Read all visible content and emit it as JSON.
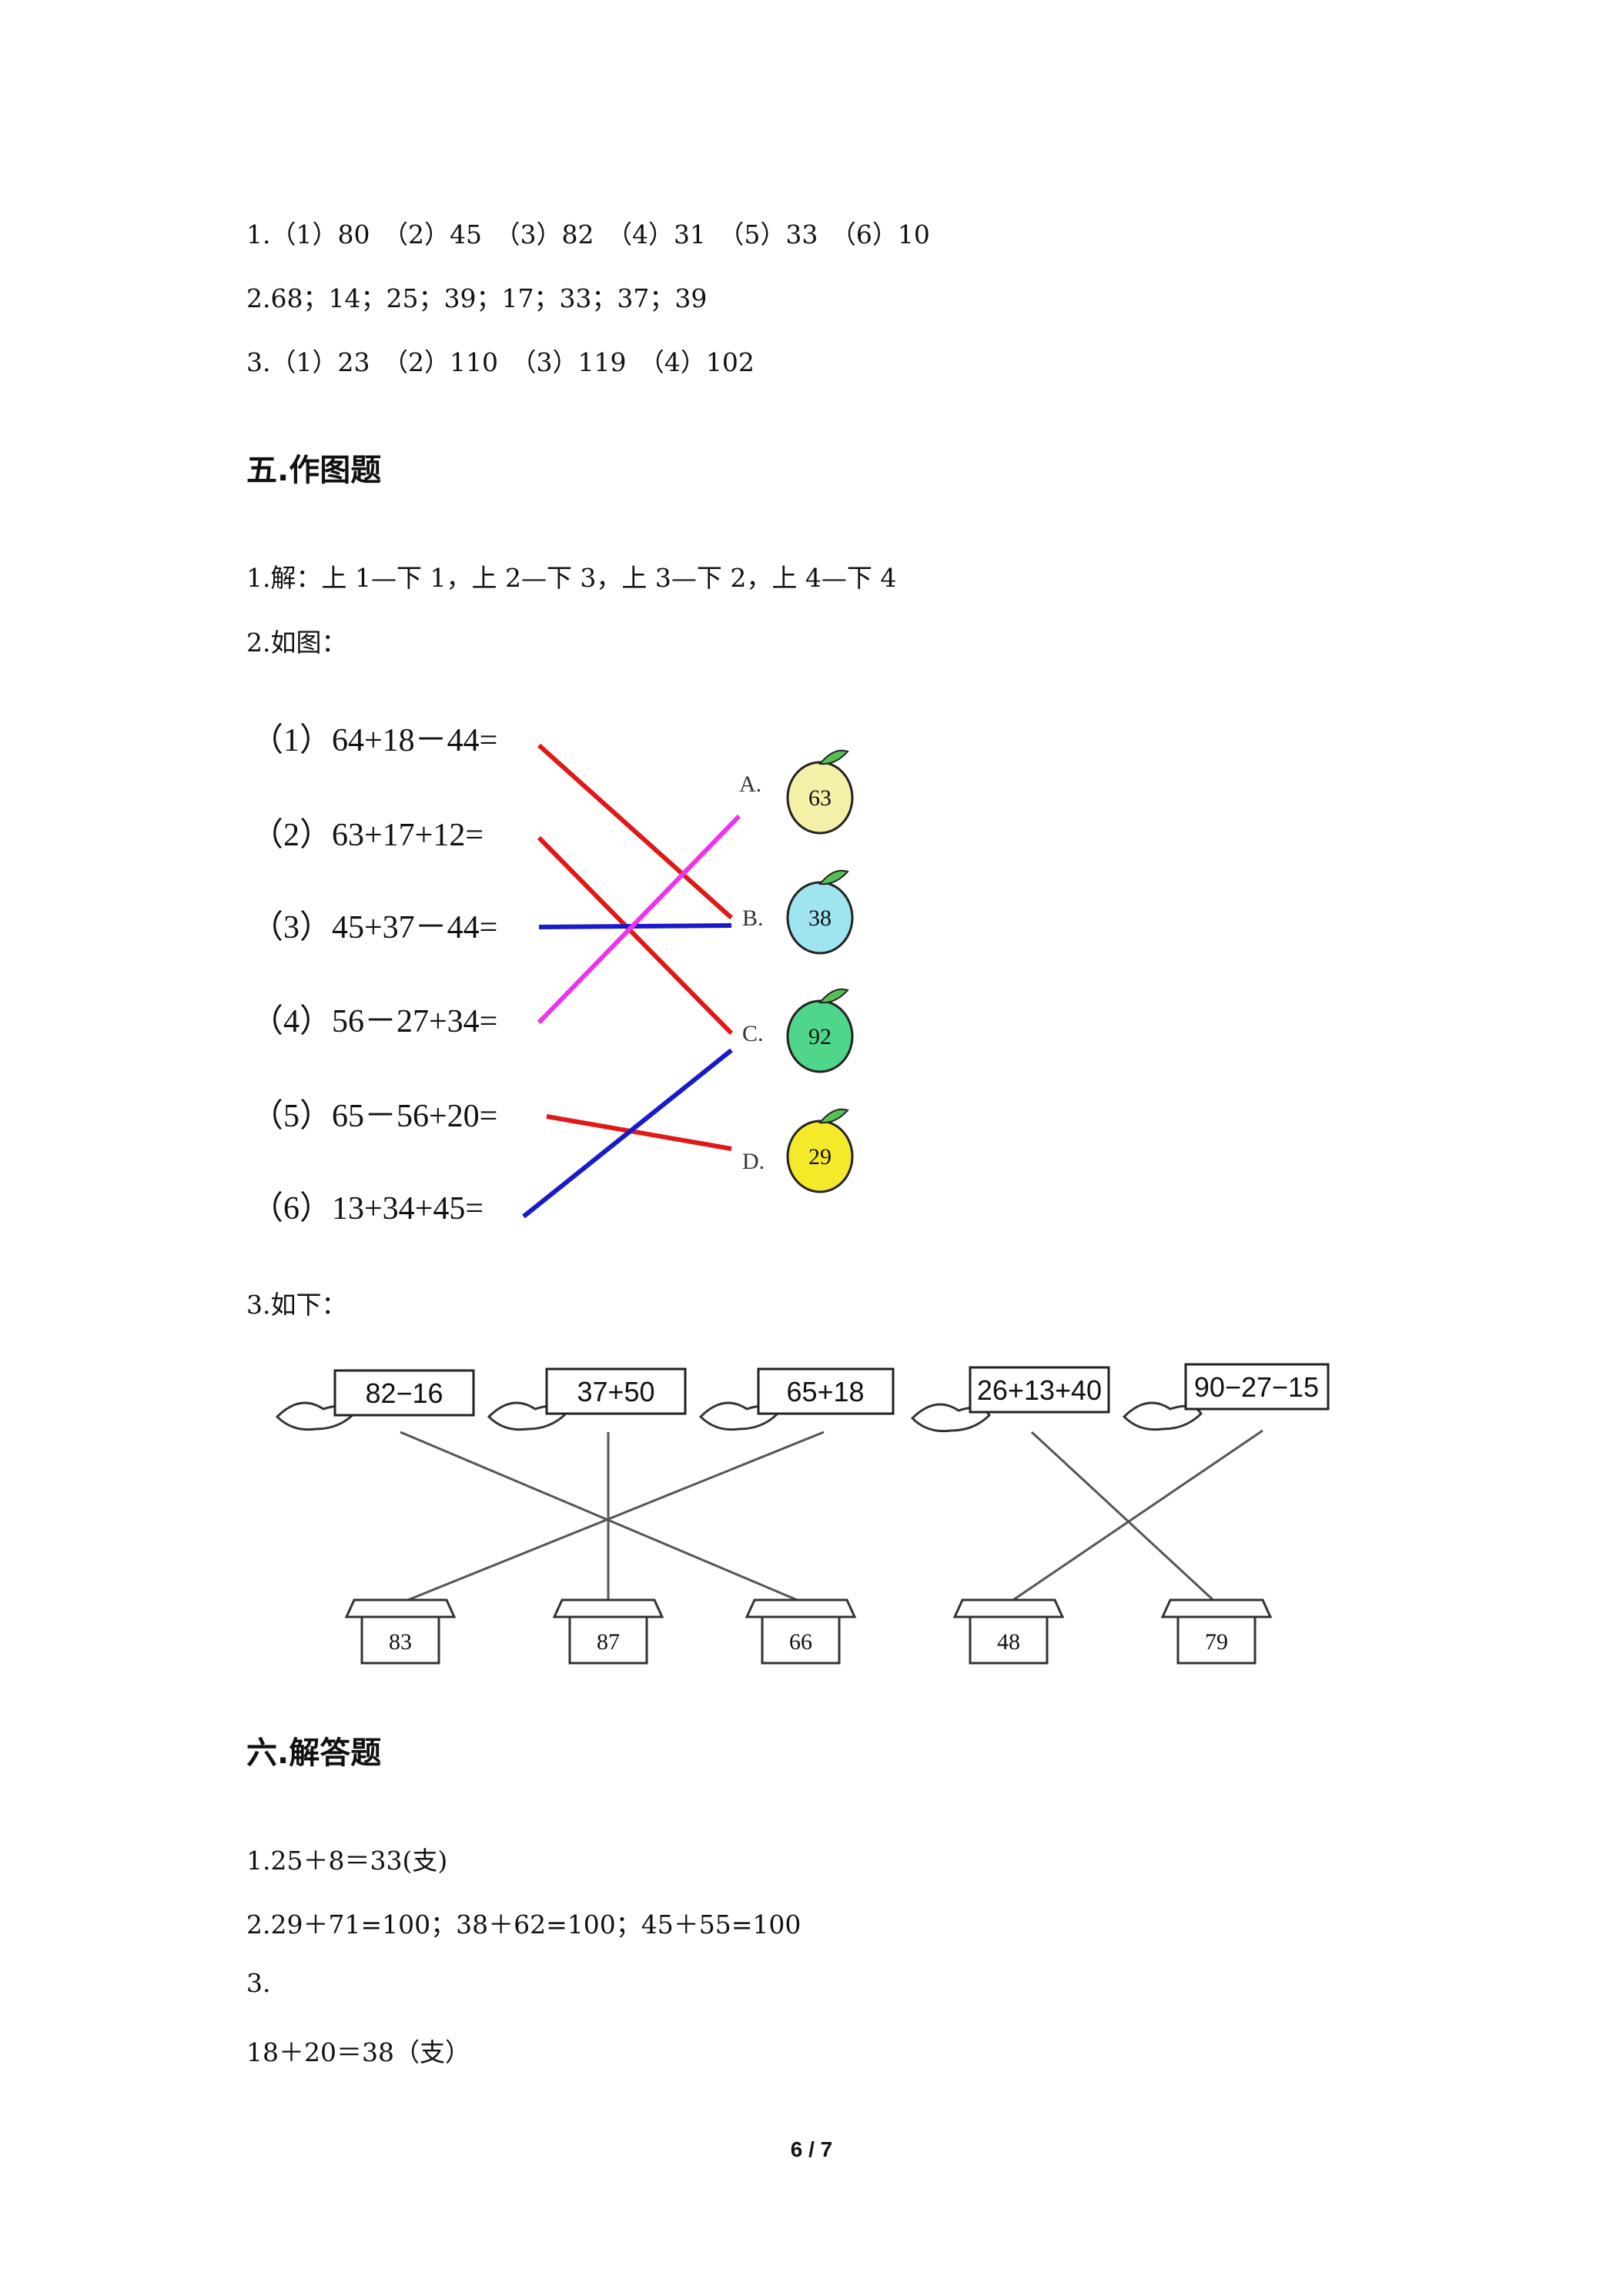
{
  "section4_answers": [
    "1.（1）80　（2）45　（3）82　（4）31　（5）33　（6）10",
    "2.68；14；25；39；17；33；37；39",
    "3.（1）23　（2）110　（3）119　（4）102"
  ],
  "section5": {
    "heading": "五.作图题",
    "q1": "1.解：上 1—下 1，上 2—下 3，上 3—下 2，上 4—下 4",
    "q2": "2.如图：",
    "q3": "3.如下："
  },
  "figure1": {
    "equations": [
      "（1）64+18－44=",
      "（2）63+17+12=",
      "（3）45+37－44=",
      "（4）56－27+34=",
      "（5）65－56+20=",
      "（6）13+34+45="
    ],
    "options": [
      {
        "label": "A.",
        "value": "63",
        "color": "#f5f0a8"
      },
      {
        "label": "B.",
        "value": "38",
        "color": "#9fe4ee"
      },
      {
        "label": "C.",
        "value": "92",
        "color": "#4fd68a"
      },
      {
        "label": "D.",
        "value": "29",
        "color": "#f5ea2a"
      }
    ],
    "line_colors": {
      "red": "#e01818",
      "blue": "#1a1acc",
      "magenta": "#ee33ee"
    }
  },
  "figure2": {
    "birds": [
      "82−16",
      "37+50",
      "65+18",
      "26+13+40",
      "90−27−15"
    ],
    "houses": [
      "83",
      "87",
      "66",
      "48",
      "79"
    ]
  },
  "section6": {
    "heading": "六.解答题",
    "q1": "1.25＋8＝33(支)",
    "q2": "2.29＋71=100；38＋62=100；45＋55=100",
    "q3": "3.",
    "q3_answer": "18＋20＝38（支）"
  },
  "footer": {
    "page": "6 / 7"
  }
}
